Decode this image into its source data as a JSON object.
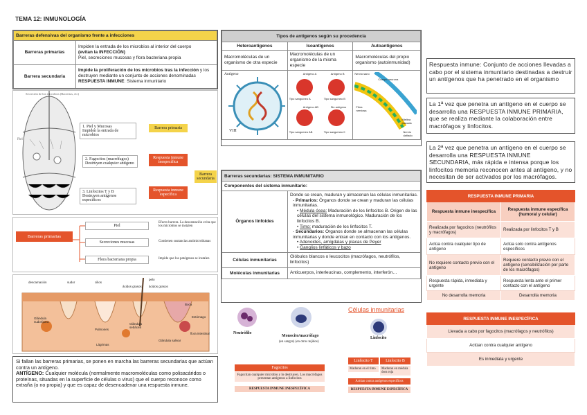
{
  "title": "TEMA 12: INMUNOLOGÍA",
  "barreras": {
    "header": "Barreras defensivas del organismo frente a infecciones",
    "rows": [
      {
        "label": "Barreras primarias",
        "desc_a": "Impiden la entrada de los microbios al interior del cuerpo",
        "desc_b": "(evitan la INFECCIÓN)",
        "desc_c": "Piel, secreciones mucosas y flora bacteriana propia"
      },
      {
        "label": "Barrera secundaria",
        "desc_a": "Impide la proliferación de los microbios tras la infección",
        "desc_b": "y los destruyen mediante un conjunto de acciones denominadas",
        "desc_c": "RESPUESTA INMUNE",
        "desc_d": ": Sistema inmunitario"
      }
    ]
  },
  "diagram1": {
    "top_label": "Secreción de los microbios (Bacterias, etc)",
    "side_label": "Piel",
    "steps": [
      {
        "text_a": "1. Piel y Mucosas",
        "text_b": "Impiden la entrada de microbios",
        "result": "Barrera primaria"
      },
      {
        "text_a": "2. Fagocitos (macrófagos)",
        "text_b": "Destruyen cualquier antígeno",
        "result": "Respuesta inmune inespecífica"
      },
      {
        "text_a": "3. Linfocitos T y B",
        "text_b": "Destruyen antígenos específicos",
        "result": "Respuesta inmune específica"
      }
    ],
    "secondary": "Barrera secundaria"
  },
  "diagram2": {
    "main": "Barreras primarias",
    "items": [
      {
        "name": "Piel",
        "desc": "Efecto barrera. La descamación evita que los microbios se instalen"
      },
      {
        "name": "Secreciones mucosas",
        "desc": "Contienen sustancias antimicrobianas"
      },
      {
        "name": "Flora bacteriana propia",
        "desc": "Impide que los patógenos se instalen"
      }
    ]
  },
  "diagram3": {
    "labels": [
      "descamación",
      "sudor",
      "cilios",
      "ácidos grasos",
      "ácidos grasos",
      "pelo",
      "Glándula sudorípara",
      "Pulmones",
      "Glándula sebácea",
      "Boca",
      "Estómago",
      "flora intestinal",
      "Glándula salivar",
      "Lágrimas"
    ]
  },
  "bottom_left": {
    "p1": "Si fallan las barreras primarias, se ponen en marcha las barreras secundarias que actúan contra un antígeno.",
    "p2_bold": "ANTÍGENO:",
    "p2": " Cualquier molécula (normalmente macromoléculas como polisacáridos o proteínas, situadas en la superficie de células o virus) que el cuerpo reconoce como extraña (o no propia) y que es capaz de desencadenar una respuesta inmune."
  },
  "antigenos": {
    "header": "Tipos de antígenos según su procedencia",
    "cols": [
      {
        "name": "Heteroantígenos",
        "desc": "Macromoléculas de un organismo de otra especie"
      },
      {
        "name": "Isoantígenos",
        "desc": "Macromoléculas de un organismo de la misma especie"
      },
      {
        "name": "Autoantígenos",
        "desc": "Macromoléculas del propio organismo (autoinmunidad)"
      }
    ],
    "img1": {
      "label_a": "Antígeno",
      "label_b": "VIH"
    },
    "img2": {
      "labels": [
        "Antígeno A",
        "Antígeno B",
        "Tipo sanguíneo A",
        "Tipo sanguíneo B",
        "Antígeno AB",
        "Sin antígeno",
        "Tipo sanguíneo AB",
        "Tipo sanguíneo 0"
      ]
    },
    "img3": {
      "labels": [
        "Nervio sano",
        "Cuerpo neurona",
        "Fibra nerviosa",
        "Mielina atacada",
        "Nervio dañado"
      ]
    }
  },
  "sistema": {
    "header": "Barreras secundarias: SISTEMA INMUNITARIO",
    "subheader": "Componentes del sistema inmunitario:",
    "organos_label": "Órganos linfoides",
    "organos_intro": "Donde se crean, maduran y almacenan las células inmunitarias.",
    "primarios_bold": "Primarios:",
    "primarios": " Órganos donde se crean y maduran las células inmunitarias.",
    "medula_u": "Médula ósea:",
    "medula": " Maduración de los linfocitos B. Origen de las células del sistema inmunológico. Maduración de los linfocitos B.",
    "timo_u": "Timo:",
    "timo": " maduración de los linfocitos T.",
    "secundarios_bold": "Secundarios:",
    "secundarios": " Órganos donde se almacenan las células inmunitarias y donde entran en contacto con los antígenos.",
    "adenoides": "Adenoides, amígdalas y placas de Peyer",
    "ganglios": "Ganglios linfáticos y bazo",
    "celulas_label": "Células inmunitarias",
    "celulas": "Glóbulos blancos o leucocitos (macrófagos, neutrófilos, linfocitos)",
    "moleculas_label": "Moléculas inmunitarias",
    "moleculas": "Anticuerpos, interleucinas, complemento, interferón…"
  },
  "celulas_img": {
    "title": "Células inmunitarias",
    "neutro": "Neutrófilo",
    "mono": "Monocito/macrófago",
    "mono_sub": "(en sangre)  (en otros tejidos)",
    "linfo": "Linfocito",
    "fagocitos_head": "Fagocitos",
    "fagocitos_text": "Fagocitan cualquier microbio y lo destruyen. Los macrófagos presentan antígenos a linfocitos",
    "fagocitos_resp": "RESPUESTA INMUNE INESPECÍFICA",
    "lt": "Linfocito T",
    "lb": "Linfocito B",
    "lt_desc": "Maduran en el timo",
    "lb_desc": "Maduran en médula ósea roja",
    "l_act": "Actúan contra antígenos específicos",
    "l_resp": "RESPUESTA INMUNE ESPECÍFICA"
  },
  "right": {
    "p1_bold": "Respuesta inmune:",
    "p1": " Conjunto de acciones llevadas a cabo por el sistema inmunitario destinadas a destruir un antígenos que ha penetrado en el organismo",
    "p2_a": "La 1ª vez que penetra un antígeno en el cuerpo se desarrolla una ",
    "p2_b": "RESPUESTA INMUNE PRIMARIA",
    "p2_c": ", que se realiza mediante la colaboración entre macrófagos y linfocitos.",
    "p3_a": "La 2ª vez que penetra un antígeno en el cuerpo se desarrolla una ",
    "p3_b": "RESPUESTA INMUNE SECUNDARIA",
    "p3_c": ", más rápida e intensa porque los linfocitos memoria reconocen antes al antígeno, y no necesitan de ser activados por los macrófagos."
  },
  "rip": {
    "header": "RESPUESTA INMUNE PRIMARIA",
    "col1": "Respuesta inmune inespecífica",
    "col2": "Respuesta inmune específica (humoral y celular)",
    "rows": [
      [
        "Realizada por fagocitos (neutrófilos y macrófagos)",
        "Realizada por linfocitos T y B"
      ],
      [
        "Actúa contra cualquier tipo de antígeno",
        "Actúa solo contra antígenos específicos"
      ],
      [
        "No requiere contacto previo con el antígeno",
        "Requiere contacto previo con el antígeno (sensibilización por parte de los macrófagos)"
      ],
      [
        "Respuesta rápida, inmediata y urgente",
        "Respuesta lenta ante el primer contacto con el antígeno"
      ],
      [
        "No desarrolla memoria",
        "Desarrolla memoria"
      ]
    ]
  },
  "rii": {
    "header": "RESPUESTA INMUNE INESPECÍFICA",
    "rows": [
      "Llevada a cabo por fagocitos (macrófagos y neutrófilos)",
      "Actúan contra cualquier antígeno",
      "Es inmediata y urgente"
    ]
  }
}
